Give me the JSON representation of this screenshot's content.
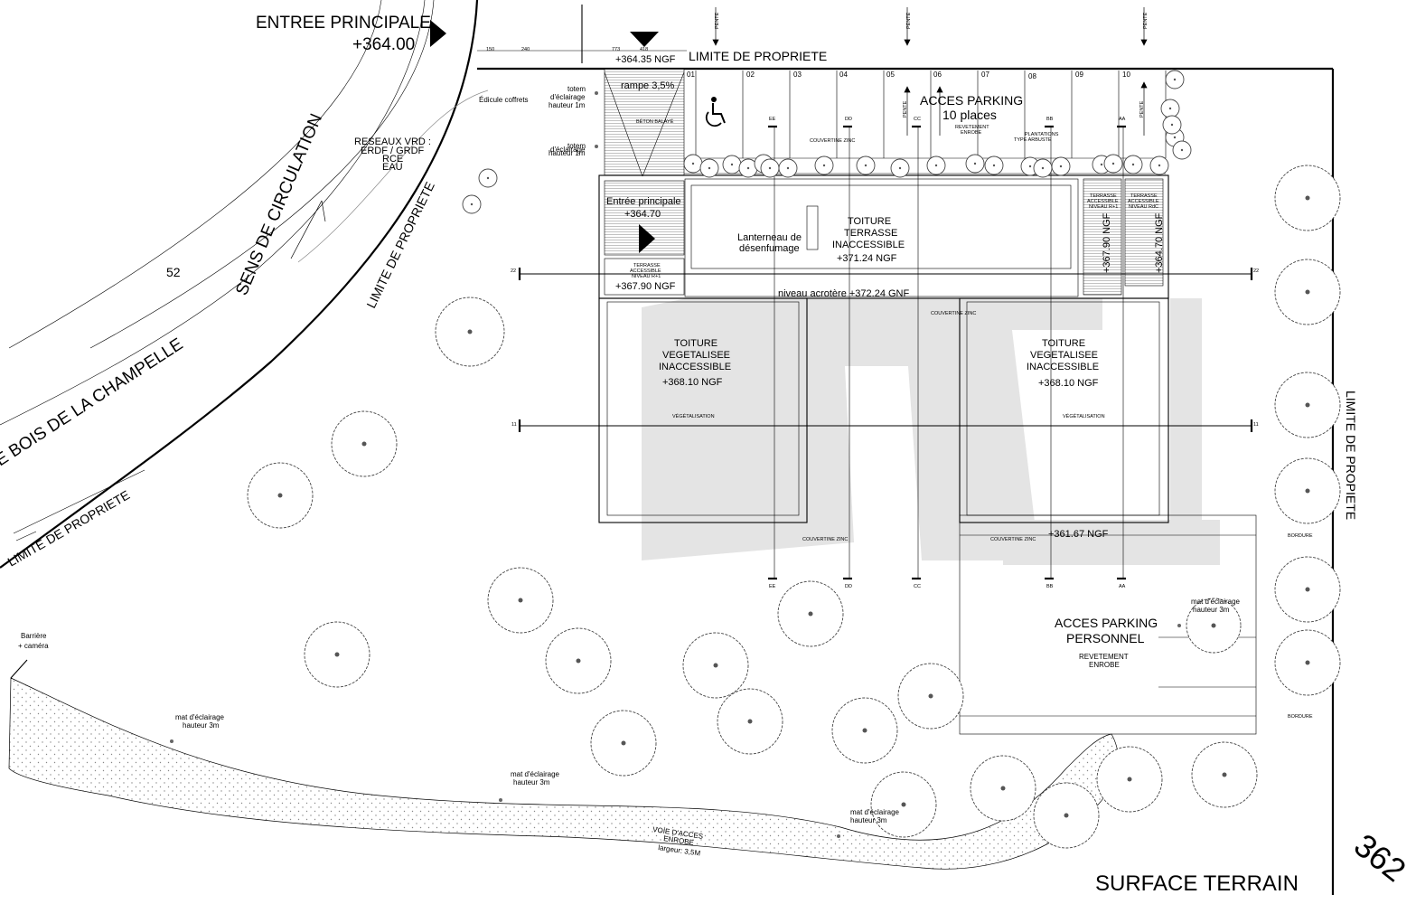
{
  "entrance": {
    "label": "ENTREE PRINCIPALE",
    "level": "+364.00"
  },
  "dimensions": [
    "150",
    "240",
    "773",
    "418"
  ],
  "top_level": "+364.35 NGF",
  "property_limit": {
    "top": "LIMITE DE PROPRIETE",
    "right": "LIMITE DE PROPIETE",
    "road_a": "LIMITE DE PROPRIETE",
    "road_b": "LIMITE DE PROPRIETE"
  },
  "edicule": "Édicule coffrets",
  "totem1": {
    "l1": "totem",
    "l2": "d'éclairage",
    "l3": "hauteur 1m"
  },
  "totem2": {
    "l1": "totem",
    "l2": "d'éclairage",
    "l3": "hauteur 1m"
  },
  "ramp": "rampe 3,5%",
  "beton": "BÉTON BALAYÉ",
  "networks": [
    "RESEAUX VRD :",
    "ERDF / GRDF",
    "RCE",
    "EAU"
  ],
  "circulation": "SENS DE CIRCULATION",
  "lot_number": "52",
  "street": "E BOIS DE LA CHAMPELLE",
  "main_entrance": {
    "label": "Entrée principale",
    "level": "+364.70"
  },
  "terrace_left": {
    "l1": "TERRASSE",
    "l2": "ACCESSIBLE",
    "l3": "NIVEAU R+1",
    "level": "+367.90 NGF"
  },
  "terrace_r1": {
    "l1": "TERRASSE",
    "l2": "ACCESSIBLE",
    "l3": "NIVEAU R+1",
    "level": "+367.90 NGF"
  },
  "terrace_rdc": {
    "l1": "TERRASSE",
    "l2": "ACCESSIBLE",
    "l3": "NIVEAU RdC",
    "level": "+364.70 NGF"
  },
  "lanterneau": {
    "l1": "Lanterneau de",
    "l2": "désenfumage"
  },
  "roof_terrace": {
    "l1": "TOITURE",
    "l2": "TERRASSE",
    "l3": "INACCESSIBLE",
    "level": "+371.24 NGF"
  },
  "acrotere": "niveau acrotère +372.24 GNF",
  "roof_veg_left": {
    "l1": "TOITURE",
    "l2": "VEGETALISEE",
    "l3": "INACCESSIBLE",
    "level": "+368.10 NGF"
  },
  "roof_veg_right": {
    "l1": "TOITURE",
    "l2": "VEGETALISEE",
    "l3": "INACCESSIBLE",
    "level": "+368.10 NGF"
  },
  "vegetalisation": "VÉGÉTALISATION",
  "zinc": "COUVERTINE ZINC",
  "zinc_mixed": "COUVERTINE ZINC",
  "parking_spaces": [
    "01",
    "02",
    "03",
    "04",
    "05",
    "06",
    "07",
    "08",
    "09",
    "10"
  ],
  "parking_top": {
    "l1": "ACCES PARKING",
    "l2": "10 places",
    "rev1": "REVETEMENT",
    "rev2": "ENROBE"
  },
  "plantations": {
    "l1": "PLANTATIONS",
    "l2": "TYPE ARBUSTE"
  },
  "pente": "PENTE",
  "section_marks": [
    "EE",
    "DD",
    "CC",
    "BB",
    "AA"
  ],
  "grid_marks": [
    "22",
    "11"
  ],
  "lower_level": "+361.67 NGF",
  "parking_staff": {
    "l1": "ACCES PARKING",
    "l2": "PERSONNEL",
    "rev1": "REVETEMENT",
    "rev2": "ENROBE"
  },
  "bordure": "BORDURE",
  "mat_lamp": {
    "l1": "mat d'éclairage",
    "l2": "hauteur 3m"
  },
  "barrier": {
    "l1": "Barrière",
    "l2": "+ caméra"
  },
  "access_road": {
    "l1": "VOIE D'ACCES",
    "l2": "ENROBE",
    "l3": "largeur: 3,5M"
  },
  "surface": "SURFACE TERRAIN",
  "contour": "362",
  "icons": [
    "entrance-arrow-icon",
    "level-triangle-icon",
    "wheelchair-icon",
    "north-arrow-icon",
    "tree-icon"
  ]
}
